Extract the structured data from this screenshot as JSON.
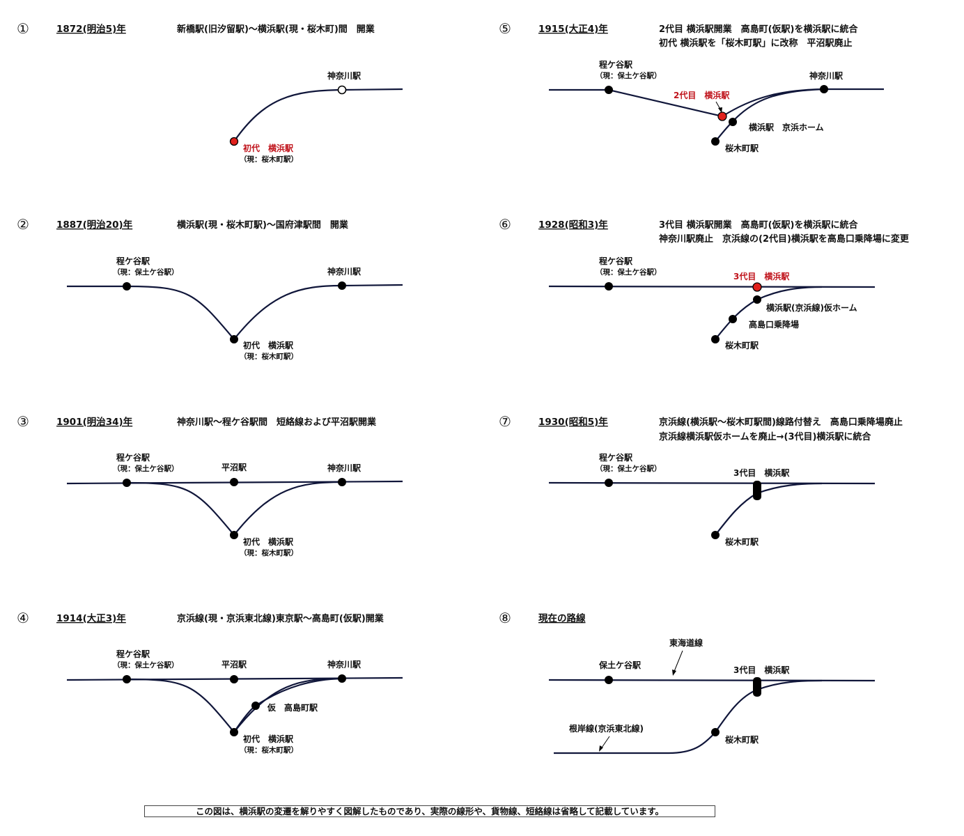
{
  "panels": [
    {
      "number": "①",
      "year": "1872(明治5)年",
      "desc1": "新橋駅(旧汐留駅)～横浜駅(現・桜木町)間　開業",
      "desc2": "",
      "stations": {
        "kanagawa": "神奈川駅",
        "yokohama1": "初代　横浜駅",
        "yokohama1_sub": "（現：桜木町駅）"
      }
    },
    {
      "number": "②",
      "year": "1887(明治20)年",
      "desc1": "横浜駅(現・桜木町駅)～国府津駅間　開業",
      "desc2": "",
      "stations": {
        "hodogaya": "程ケ谷駅",
        "hodogaya_sub": "（現：保土ケ谷駅）",
        "kanagawa": "神奈川駅",
        "yokohama1": "初代　横浜駅",
        "yokohama1_sub": "（現：桜木町駅）"
      }
    },
    {
      "number": "③",
      "year": "1901(明治34)年",
      "desc1": "神奈川駅～程ケ谷駅間　短絡線および平沼駅開業",
      "desc2": "",
      "stations": {
        "hodogaya": "程ケ谷駅",
        "hodogaya_sub": "（現：保土ケ谷駅）",
        "hiranuma": "平沼駅",
        "kanagawa": "神奈川駅",
        "yokohama1": "初代　横浜駅",
        "yokohama1_sub": "（現：桜木町駅）"
      }
    },
    {
      "number": "④",
      "year": "1914(大正3)年",
      "desc1": "京浜線(現・京浜東北線)東京駅～高島町(仮駅)開業",
      "desc2": "",
      "stations": {
        "hodogaya": "程ケ谷駅",
        "hodogaya_sub": "（現：保土ケ谷駅）",
        "hiranuma": "平沼駅",
        "kanagawa": "神奈川駅",
        "takashimacho": "仮　高島町駅",
        "yokohama1": "初代　横浜駅",
        "yokohama1_sub": "（現：桜木町駅）"
      }
    },
    {
      "number": "⑤",
      "year": "1915(大正4)年",
      "desc1": "2代目 横浜駅開業　高島町(仮駅)を横浜駅に統合",
      "desc2": "初代 横浜駅を「桜木町駅」に改称　平沼駅廃止",
      "stations": {
        "hodogaya": "程ケ谷駅",
        "hodogaya_sub": "（現：保土ケ谷駅）",
        "kanagawa": "神奈川駅",
        "yokohama2": "2代目　横浜駅",
        "keihin_home": "横浜駅　京浜ホーム",
        "sakuragicho": "桜木町駅"
      }
    },
    {
      "number": "⑥",
      "year": "1928(昭和3)年",
      "desc1": "3代目 横浜駅開業　高島町(仮駅)を横浜駅に統合",
      "desc2": "神奈川駅廃止　京浜線の(2代目)横浜駅を高島口乗降場に変更",
      "stations": {
        "hodogaya": "程ケ谷駅",
        "hodogaya_sub": "（現：保土ケ谷駅）",
        "yokohama3": "3代目　横浜駅",
        "keihin_temp": "横浜駅(京浜線)仮ホーム",
        "takashimaguchi": "高島口乗降場",
        "sakuragicho": "桜木町駅"
      }
    },
    {
      "number": "⑦",
      "year": "1930(昭和5)年",
      "desc1": "京浜線(横浜駅～桜木町駅間)線路付替え　高島口乗降場廃止",
      "desc2": "京浜線横浜駅仮ホームを廃止→(3代目)横浜駅に統合",
      "stations": {
        "hodogaya": "程ケ谷駅",
        "hodogaya_sub": "（現：保土ケ谷駅）",
        "yokohama3": "3代目　横浜駅",
        "sakuragicho": "桜木町駅"
      }
    },
    {
      "number": "⑧",
      "year": "現在の路線",
      "desc1": "",
      "desc2": "",
      "stations": {
        "tokaido": "東海道線",
        "hodogaya_now": "保土ケ谷駅",
        "yokohama3": "3代目　横浜駅",
        "negishi": "根岸線(京浜東北線)",
        "sakuragicho": "桜木町駅"
      }
    }
  ],
  "footnote": "この図は、横浜駅の変遷を解りやすく図解したものであり、実際の線形や、貨物線、短絡線は省略して記載しています。"
}
